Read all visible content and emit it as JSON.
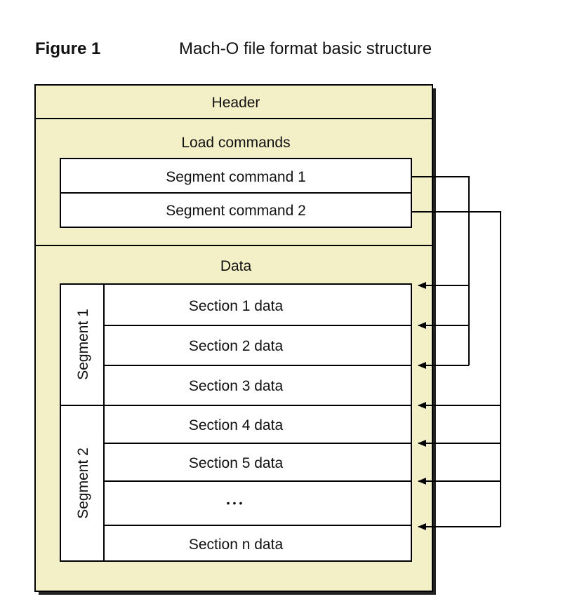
{
  "figure": {
    "label": "Figure 1",
    "title": "Mach-O file format basic structure"
  },
  "diagram": {
    "header_label": "Header",
    "load_commands_label": "Load commands",
    "segment_commands": [
      "Segment command 1",
      "Segment command 2"
    ],
    "data_label": "Data",
    "segments": [
      {
        "label": "Segment 1",
        "sections": [
          "Section 1 data",
          "Section 2 data",
          "Section 3 data"
        ]
      },
      {
        "label": "Segment 2",
        "sections": [
          "Section 4 data",
          "Section 5 data",
          "•••",
          "Section n data"
        ]
      }
    ],
    "colors": {
      "panel_fill": "#f3efc6",
      "box_fill": "#ffffff",
      "line": "#000000",
      "shadow": "#222222"
    }
  }
}
